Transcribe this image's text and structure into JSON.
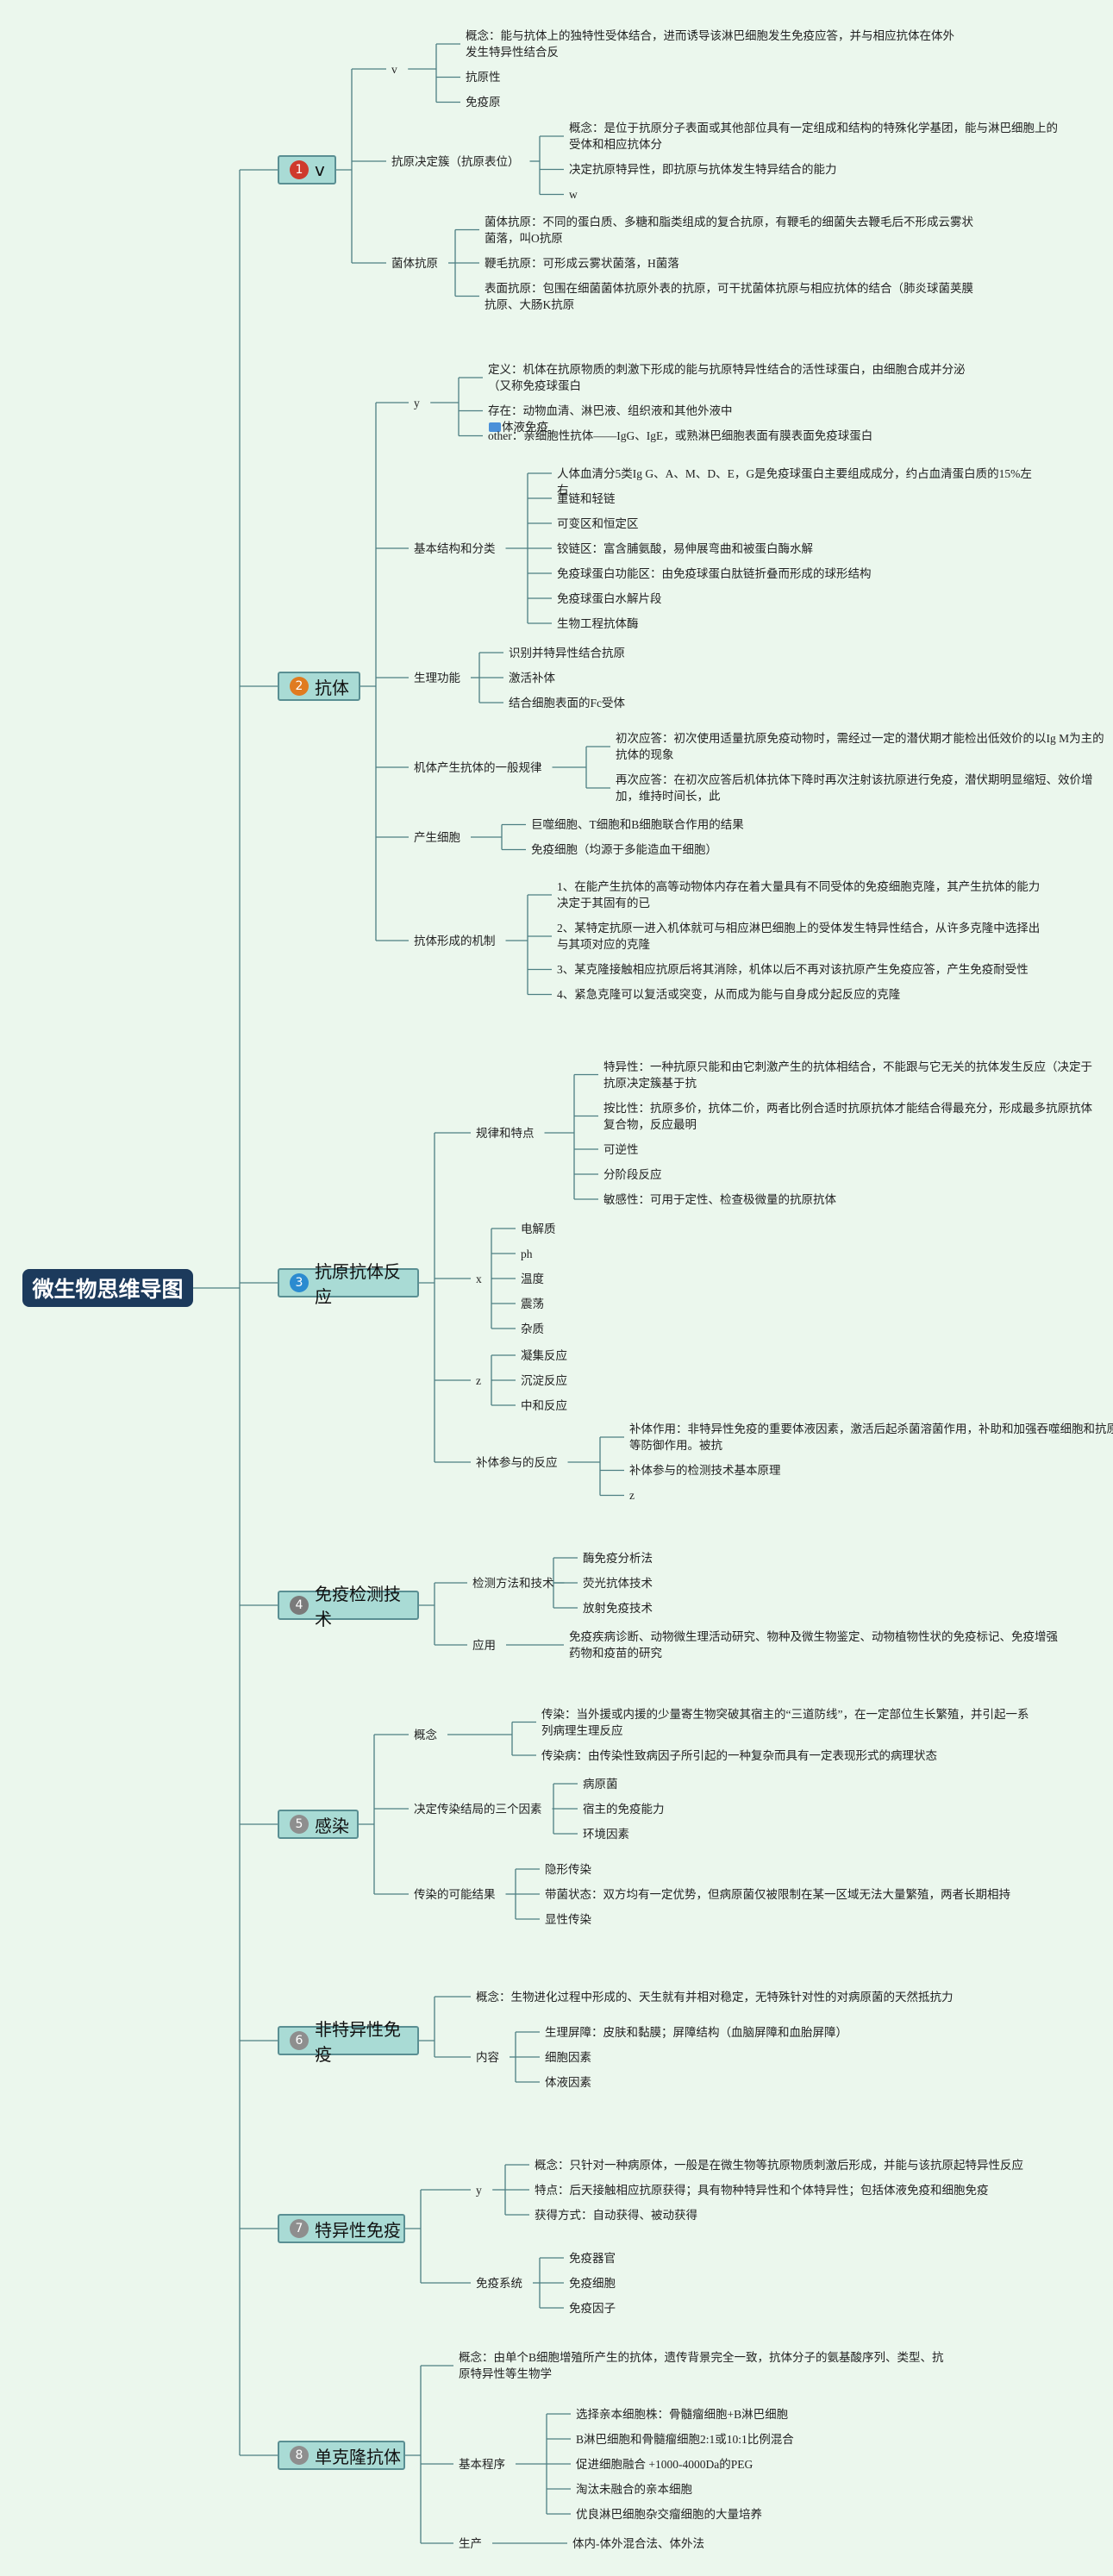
{
  "root": "微生物思维导图",
  "topics": [
    {
      "num": "1",
      "label": "v",
      "color": "#cf3a2c",
      "children": [
        {
          "text": "v",
          "children": [
            {
              "text": "概念：能与抗体上的独特性受体结合，进而诱导该淋巴细胞发生免疫应答，并与相应抗体在体外发生特异性结合反"
            },
            {
              "text": "抗原性"
            },
            {
              "text": "免疫原"
            }
          ]
        },
        {
          "text": "抗原决定簇（抗原表位）",
          "children": [
            {
              "text": "概念：是位于抗原分子表面或其他部位具有一定组成和结构的特殊化学基团，能与淋巴细胞上的受体和相应抗体分"
            },
            {
              "text": "决定抗原特异性，即抗原与抗体发生特异结合的能力"
            },
            {
              "text": "w"
            }
          ]
        },
        {
          "text": "菌体抗原",
          "children": [
            {
              "text": "菌体抗原：不同的蛋白质、多糖和脂类组成的复合抗原，有鞭毛的细菌失去鞭毛后不形成云雾状菌落，叫O抗原"
            },
            {
              "text": "鞭毛抗原：可形成云雾状菌落，H菌落"
            },
            {
              "text": "表面抗原：包围在细菌菌体抗原外表的抗原，可干扰菌体抗原与相应抗体的结合（肺炎球菌荚膜抗原、大肠K抗原"
            }
          ]
        }
      ]
    },
    {
      "num": "2",
      "label": "抗体",
      "color": "#e07b20",
      "children": [
        {
          "text": "y",
          "children": [
            {
              "text": "定义：机体在抗原物质的刺激下形成的能与抗原特异性结合的活性球蛋白，由细胞合成并分泌（又称免疫球蛋白"
            },
            {
              "text": "存在：动物血清、淋巴液、组织液和其他外液中",
              "tag": "体液免疫"
            },
            {
              "text": "other：亲细胞性抗体——IgG、IgE，或熟淋巴细胞表面有膜表面免疫球蛋白"
            }
          ]
        },
        {
          "text": "基本结构和分类",
          "children": [
            {
              "text": "人体血清分5类Ig G、A、M、D、E，G是免疫球蛋白主要组成成分，约占血清蛋白质的15%左右"
            },
            {
              "text": "重链和轻链"
            },
            {
              "text": "可变区和恒定区"
            },
            {
              "text": "铰链区：富含脯氨酸，易伸展弯曲和被蛋白酶水解"
            },
            {
              "text": "免疫球蛋白功能区：由免疫球蛋白肽链折叠而形成的球形结构"
            },
            {
              "text": "免疫球蛋白水解片段"
            },
            {
              "text": "生物工程抗体酶"
            }
          ]
        },
        {
          "text": "生理功能",
          "children": [
            {
              "text": "识别并特异性结合抗原"
            },
            {
              "text": "激活补体"
            },
            {
              "text": "结合细胞表面的Fc受体"
            }
          ]
        },
        {
          "text": "机体产生抗体的一般规律",
          "children": [
            {
              "text": "初次应答：初次使用适量抗原免疫动物时，需经过一定的潜伏期才能检出低效价的以Ig M为主的抗体的现象"
            },
            {
              "text": "再次应答：在初次应答后机体抗体下降时再次注射该抗原进行免疫，潜伏期明显缩短、效价增加，维持时间长，此"
            }
          ]
        },
        {
          "text": "产生细胞",
          "children": [
            {
              "text": "巨噬细胞、T细胞和B细胞联合作用的结果"
            },
            {
              "text": "免疫细胞（均源于多能造血干细胞）"
            }
          ]
        },
        {
          "text": "抗体形成的机制",
          "children": [
            {
              "text": "1、在能产生抗体的高等动物体内存在着大量具有不同受体的免疫细胞克隆，其产生抗体的能力决定于其固有的已"
            },
            {
              "text": "2、某特定抗原一进入机体就可与相应淋巴细胞上的受体发生特异性结合，从许多克隆中选择出与其项对应的克隆"
            },
            {
              "text": "3、某克隆接触相应抗原后将其消除，机体以后不再对该抗原产生免疫应答，产生免疫耐受性"
            },
            {
              "text": "4、紧急克隆可以复活或突变，从而成为能与自身成分起反应的克隆"
            }
          ]
        }
      ]
    },
    {
      "num": "3",
      "label": "抗原抗体反应",
      "color": "#2b8bd0",
      "children": [
        {
          "text": "规律和特点",
          "children": [
            {
              "text": "特异性：一种抗原只能和由它刺激产生的抗体相结合，不能跟与它无关的抗体发生反应（决定于抗原决定簇基于抗"
            },
            {
              "text": "按比性：抗原多价，抗体二价，两者比例合适时抗原抗体才能结合得最充分，形成最多抗原抗体复合物，反应最明"
            },
            {
              "text": "可逆性"
            },
            {
              "text": "分阶段反应"
            },
            {
              "text": "敏感性：可用于定性、检查极微量的抗原抗体"
            }
          ]
        },
        {
          "text": "x",
          "children": [
            {
              "text": "电解质"
            },
            {
              "text": "ph"
            },
            {
              "text": "温度"
            },
            {
              "text": "震荡"
            },
            {
              "text": "杂质"
            }
          ]
        },
        {
          "text": "z",
          "children": [
            {
              "text": "凝集反应"
            },
            {
              "text": "沉淀反应"
            },
            {
              "text": "中和反应"
            }
          ]
        },
        {
          "text": "补体参与的反应",
          "children": [
            {
              "text": "补体作用：非特异性免疫的重要体液因素，激活后起杀菌溶菌作用，补助和加强吞噬细胞和抗原等防御作用。被抗"
            },
            {
              "text": "补体参与的检测技术基本原理"
            },
            {
              "text": "z"
            }
          ]
        }
      ]
    },
    {
      "num": "4",
      "label": "免疫检测技术",
      "color": "#7a7a7a",
      "children": [
        {
          "text": "检测方法和技术",
          "children": [
            {
              "text": "酶免疫分析法"
            },
            {
              "text": "荧光抗体技术"
            },
            {
              "text": "放射免疫技术"
            }
          ]
        },
        {
          "text": "应用",
          "children": [
            {
              "text": "免疫疾病诊断、动物微生理活动研究、物种及微生物鉴定、动物植物性状的免疫标记、免疫增强药物和疫苗的研究"
            }
          ]
        }
      ]
    },
    {
      "num": "5",
      "label": "感染",
      "color": "#8e8e8e",
      "children": [
        {
          "text": "概念",
          "children": [
            {
              "text": "传染：当外援或内援的少量寄生物突破其宿主的“三道防线”，在一定部位生长繁殖，并引起一系列病理生理反应"
            },
            {
              "text": "传染病：由传染性致病因子所引起的一种复杂而具有一定表现形式的病理状态"
            }
          ]
        },
        {
          "text": "决定传染结局的三个因素",
          "children": [
            {
              "text": "病原菌"
            },
            {
              "text": "宿主的免疫能力"
            },
            {
              "text": "环境因素"
            }
          ]
        },
        {
          "text": "传染的可能结果",
          "children": [
            {
              "text": "隐形传染"
            },
            {
              "text": "带菌状态：双方均有一定优势，但病原菌仅被限制在某一区域无法大量繁殖，两者长期相持"
            },
            {
              "text": "显性传染"
            }
          ]
        }
      ]
    },
    {
      "num": "6",
      "label": "非特异性免疫",
      "color": "#8e8e8e",
      "children": [
        {
          "text": "概念：生物进化过程中形成的、天生就有并相对稳定，无特殊针对性的对病原菌的天然抵抗力"
        },
        {
          "text": "内容",
          "children": [
            {
              "text": "生理屏障：皮肤和黏膜；屏障结构（血脑屏障和血胎屏障）"
            },
            {
              "text": "细胞因素"
            },
            {
              "text": "体液因素"
            }
          ]
        }
      ]
    },
    {
      "num": "7",
      "label": "特异性免疫",
      "color": "#8e8e8e",
      "children": [
        {
          "text": "y",
          "children": [
            {
              "text": "概念：只针对一种病原体，一般是在微生物等抗原物质刺激后形成，并能与该抗原起特异性反应"
            },
            {
              "text": "特点：后天接触相应抗原获得；具有物种特异性和个体特异性；包括体液免疫和细胞免疫"
            },
            {
              "text": "获得方式：自动获得、被动获得"
            }
          ]
        },
        {
          "text": "免疫系统",
          "children": [
            {
              "text": "免疫器官"
            },
            {
              "text": "免疫细胞"
            },
            {
              "text": "免疫因子"
            }
          ]
        }
      ]
    },
    {
      "num": "8",
      "label": "单克隆抗体",
      "color": "#8e8e8e",
      "children": [
        {
          "text": "概念：由单个B细胞增殖所产生的抗体，遗传背景完全一致，抗体分子的氨基酸序列、类型、抗原特异性等生物学"
        },
        {
          "text": "基本程序",
          "children": [
            {
              "text": "选择亲本细胞株：骨髓瘤细胞+B淋巴细胞"
            },
            {
              "text": "B淋巴细胞和骨髓瘤细胞2:1或10:1比例混合"
            },
            {
              "text": "促进细胞融合 +1000-4000Da的PEG"
            },
            {
              "text": "淘汰未融合的亲本细胞"
            },
            {
              "text": "优良淋巴细胞杂交瘤细胞的大量培养"
            }
          ]
        },
        {
          "text": "生产",
          "children": [
            {
              "text": "体内-体外混合法、体外法"
            }
          ]
        }
      ]
    }
  ]
}
